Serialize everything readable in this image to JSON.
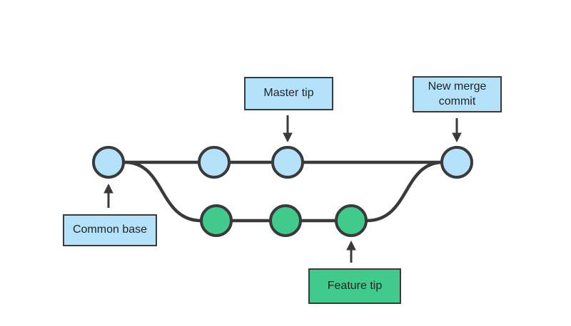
{
  "diagram": {
    "title": "git merge branch diagram",
    "labels": {
      "master_tip": "Master tip",
      "new_merge_commit": "New merge commit",
      "common_base": "Common base",
      "feature_tip": "Feature tip"
    },
    "colors": {
      "master_node_fill": "#b5e2fb",
      "feature_node_fill": "#40ca8c",
      "stroke": "#3a3a3a",
      "background": "#ffffff"
    },
    "structure": {
      "master_commit_count": 4,
      "feature_commit_count": 3,
      "merge_target": "master"
    }
  }
}
